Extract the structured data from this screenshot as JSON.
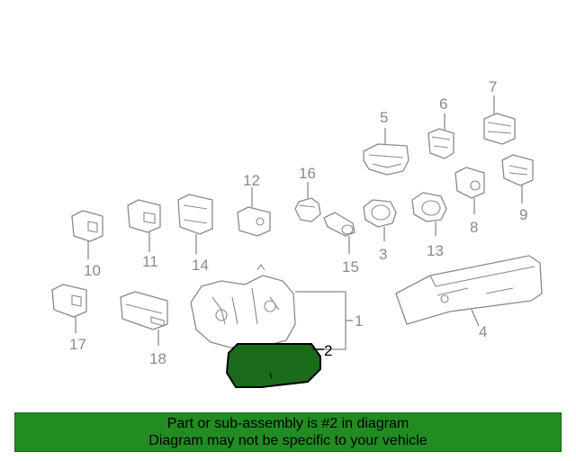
{
  "diagram": {
    "callouts": {
      "c1": "1",
      "c2": "2",
      "c3": "3",
      "c4": "4",
      "c5": "5",
      "c6": "6",
      "c7": "7",
      "c8": "8",
      "c9": "9",
      "c10": "10",
      "c11": "11",
      "c12": "12",
      "c13": "13",
      "c14": "14",
      "c15": "15",
      "c16": "16",
      "c17": "17",
      "c18": "18"
    },
    "highlighted_part": "2",
    "colors": {
      "highlight": "#1a6b1a",
      "banner": "#228b22",
      "line": "#8a8a8a"
    }
  },
  "banner": {
    "line1": "Part or sub-assembly is #2 in diagram",
    "line2": "Diagram may not be specific to your vehicle"
  }
}
